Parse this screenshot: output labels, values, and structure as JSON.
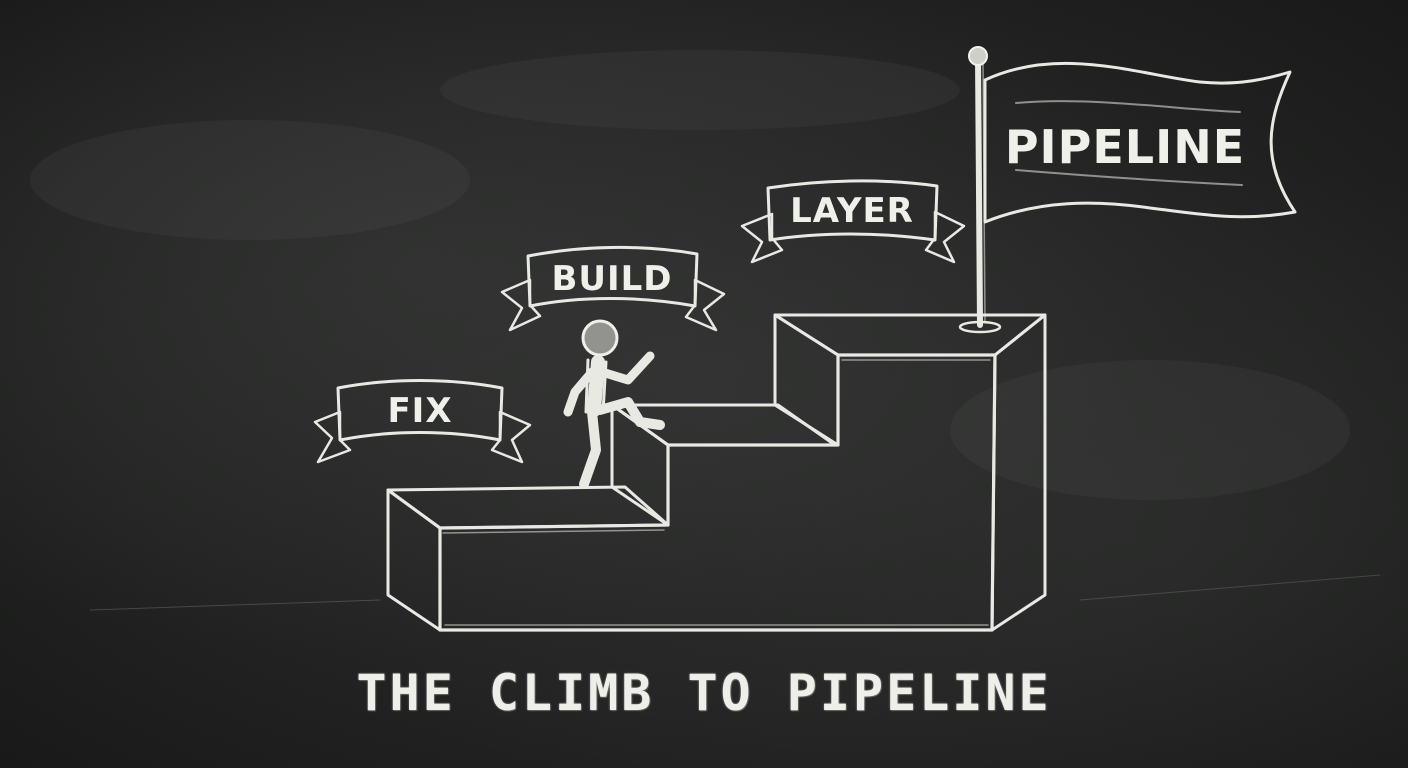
{
  "diagram": {
    "title": "THE CLIMB TO PIPELINE",
    "steps": [
      {
        "label": "FIX"
      },
      {
        "label": "BUILD"
      },
      {
        "label": "LAYER"
      }
    ],
    "goal": {
      "label": "PIPELINE"
    }
  },
  "colors": {
    "board": "#1e1f1e",
    "chalk": "#e9e9e4"
  }
}
